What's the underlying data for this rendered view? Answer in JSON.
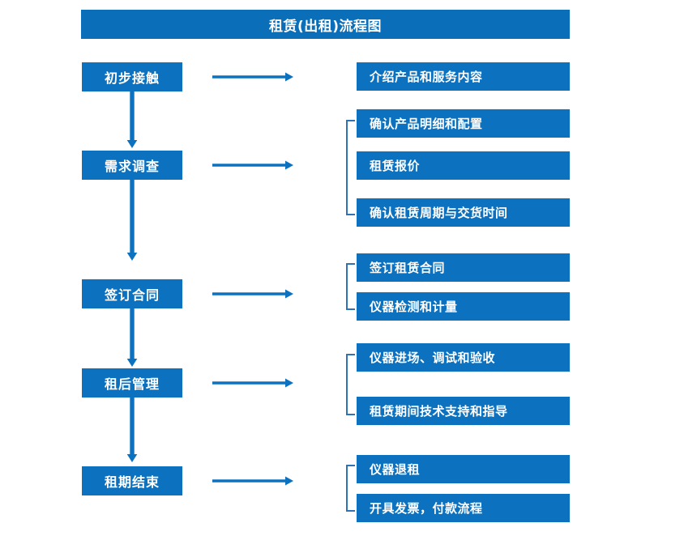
{
  "chart_data": {
    "type": "diagram",
    "title": "租赁(出租)流程图",
    "diagram_kind": "flowchart",
    "accent_color": "#0C72C0",
    "title_bar_color": "#0B6EB8",
    "bracket_color": "#2E74B5",
    "arrow_color": "#0C72C0",
    "stages": [
      {
        "label": "初步接触",
        "details": [
          "介绍产品和服务内容"
        ]
      },
      {
        "label": "需求调查",
        "details": [
          "确认产品明细和配置",
          "租赁报价",
          "确认租赁周期与交货时间"
        ]
      },
      {
        "label": "签订合同",
        "details": [
          "签订租赁合同",
          "仪器检测和计量"
        ]
      },
      {
        "label": "租后管理",
        "details": [
          "仪器进场、调试和验收",
          "租赁期间技术支持和指导"
        ]
      },
      {
        "label": "租期结束",
        "details": [
          "仪器退租",
          "开具发票，付款流程"
        ]
      }
    ]
  },
  "title": {
    "text": "租赁(出租)流程图"
  },
  "stages": [
    {
      "label": "初步接触"
    },
    {
      "label": "需求调查"
    },
    {
      "label": "签订合同"
    },
    {
      "label": "租后管理"
    },
    {
      "label": "租期结束"
    }
  ],
  "details": {
    "g1": [
      {
        "label": "介绍产品和服务内容"
      }
    ],
    "g2": [
      {
        "label": "确认产品明细和配置"
      },
      {
        "label": "租赁报价"
      },
      {
        "label": "确认租赁周期与交货时间"
      }
    ],
    "g3": [
      {
        "label": "签订租赁合同"
      },
      {
        "label": "仪器检测和计量"
      }
    ],
    "g4": [
      {
        "label": "仪器进场、调试和验收"
      },
      {
        "label": "租赁期间技术支持和指导"
      }
    ],
    "g5": [
      {
        "label": "仪器退租"
      },
      {
        "label": "开具发票，付款流程"
      }
    ]
  },
  "icons": {
    "arrow_right": "right-arrow-icon",
    "arrow_down": "down-arrow-icon",
    "bracket": "group-bracket-icon"
  }
}
